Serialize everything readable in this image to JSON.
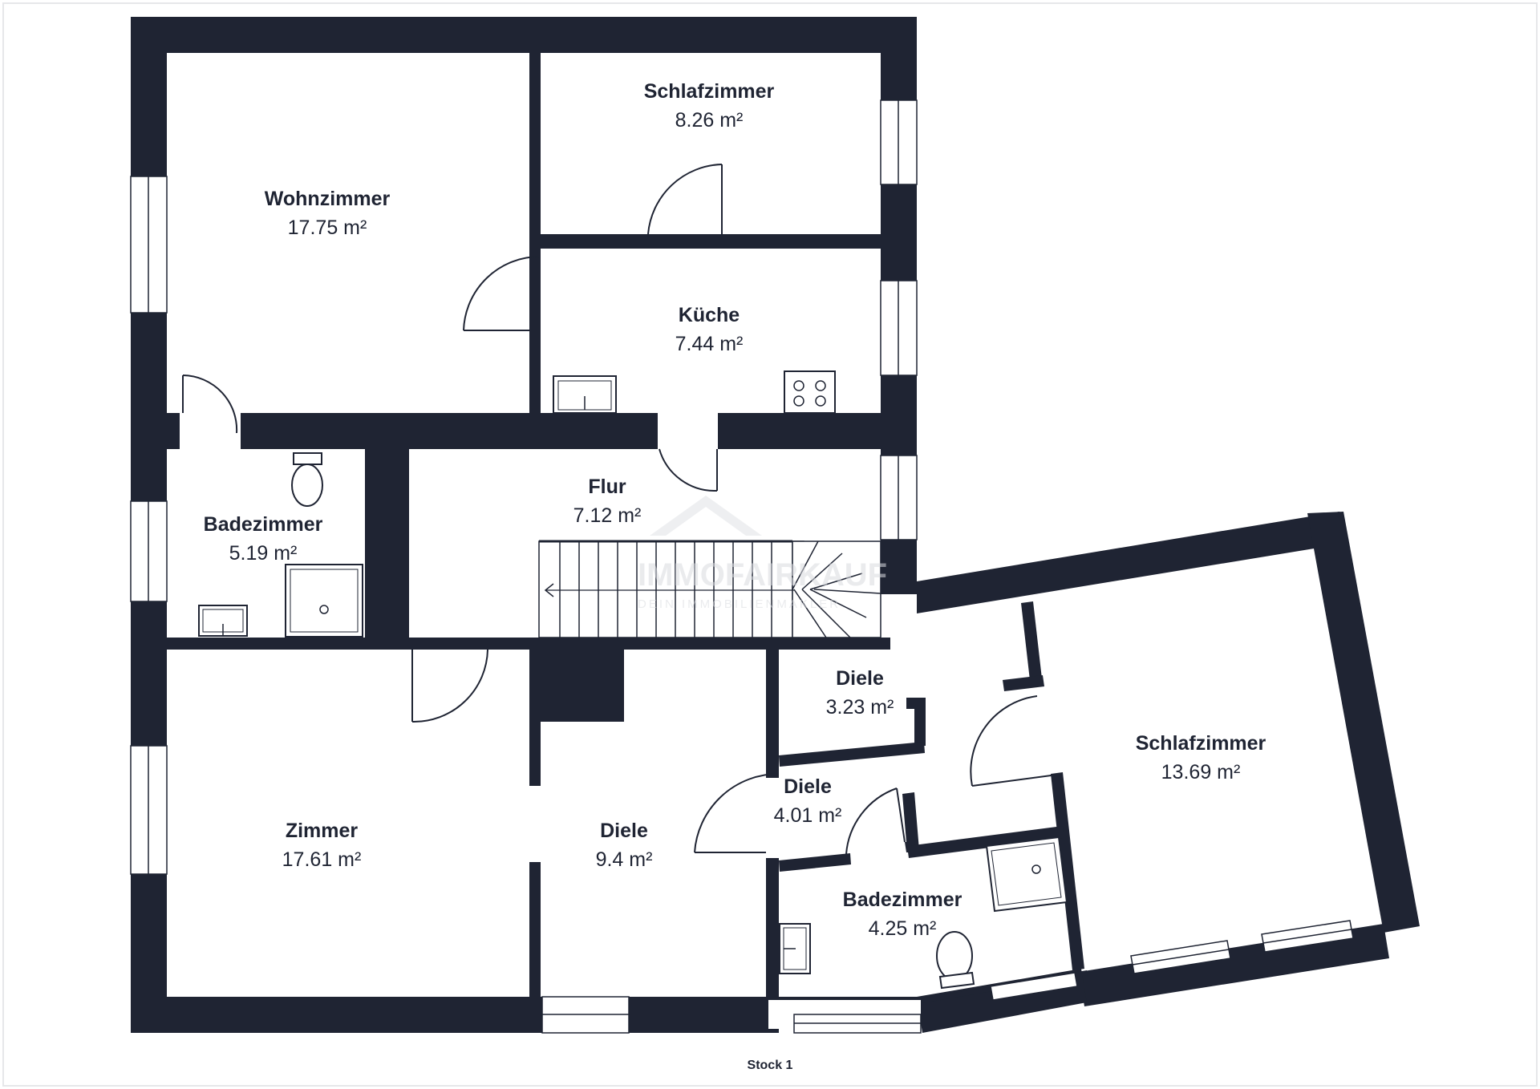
{
  "plan": {
    "floor_label": "Stock 1",
    "wall_color": "#1f2433",
    "watermark": {
      "brand": "IMMOFAIRKAUF",
      "tagline": "DEIN IMMOBILIENMAKLER"
    },
    "rooms": [
      {
        "id": "wohnzimmer",
        "name": "Wohnzimmer",
        "area": "17.75 m²"
      },
      {
        "id": "schlafzimmer-1",
        "name": "Schlafzimmer",
        "area": "8.26 m²"
      },
      {
        "id": "kueche",
        "name": "Küche",
        "area": "7.44 m²"
      },
      {
        "id": "flur",
        "name": "Flur",
        "area": "7.12 m²"
      },
      {
        "id": "badezimmer-1",
        "name": "Badezimmer",
        "area": "5.19 m²"
      },
      {
        "id": "zimmer",
        "name": "Zimmer",
        "area": "17.61 m²"
      },
      {
        "id": "diele-1",
        "name": "Diele",
        "area": "9.4 m²"
      },
      {
        "id": "diele-2",
        "name": "Diele",
        "area": "3.23 m²"
      },
      {
        "id": "diele-3",
        "name": "Diele",
        "area": "4.01 m²"
      },
      {
        "id": "badezimmer-2",
        "name": "Badezimmer",
        "area": "4.25 m²"
      },
      {
        "id": "schlafzimmer-2",
        "name": "Schlafzimmer",
        "area": "13.69 m²"
      }
    ]
  }
}
